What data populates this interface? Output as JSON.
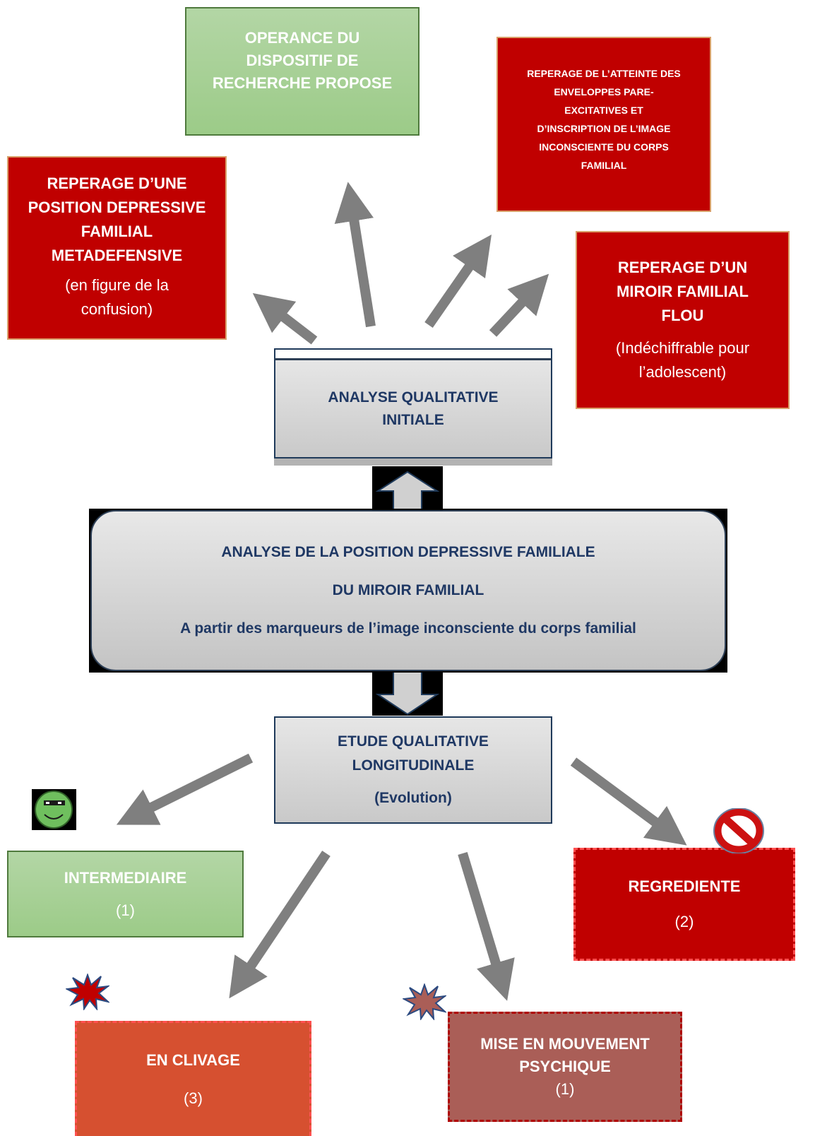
{
  "top_center": {
    "lines": [
      "OPERANCE DU",
      "DISPOSITIF DE",
      "RECHERCHE PROPOSE"
    ]
  },
  "top_right": {
    "lines": [
      "REPERAGE DE L’ATTEINTE DES",
      "ENVELOPPES PARE-",
      "EXCITATIVES ET",
      "D’INSCRIPTION DE L’IMAGE",
      "INCONSCIENTE DU CORPS",
      "FAMILIAL"
    ]
  },
  "left": {
    "lines": [
      "REPERAGE D’UNE",
      "POSITION DEPRESSIVE",
      "FAMILIAL",
      "METADEFENSIVE"
    ],
    "note_lines": [
      "(en figure de la",
      "confusion)"
    ]
  },
  "right": {
    "lines": [
      "REPERAGE D’UN",
      "MIROIR FAMILIAL",
      "FLOU"
    ],
    "note_lines": [
      "(Indéchiffrable pour",
      "l’adolescent)"
    ]
  },
  "initial": {
    "lines": [
      "ANALYSE QUALITATIVE",
      "INITIALE"
    ]
  },
  "central": {
    "lines": [
      "ANALYSE DE LA POSITION DEPRESSIVE FAMILIALE",
      "DU MIROIR FAMILIAL",
      "A partir des marqueurs de l’image inconsciente du corps familial"
    ]
  },
  "longitudinal": {
    "lines": [
      "ETUDE QUALITATIVE",
      "LONGITUDINALE",
      "(Evolution)"
    ]
  },
  "outcomes": {
    "intermediaire": {
      "label": "INTERMEDIAIRE",
      "note": "(1)"
    },
    "regrediente": {
      "label": "REGREDIENTE",
      "note": "(2)"
    },
    "clivage": {
      "label": "EN CLIVAGE",
      "note": "(3)"
    },
    "mouvement": {
      "label": "MISE EN MOUVEMENT PSYCHIQUE",
      "lines": [
        "MISE EN MOUVEMENT",
        "PSYCHIQUE"
      ],
      "note": "(1)"
    }
  },
  "colors": {
    "green": "#9ccb88",
    "red": "#c00000",
    "orange": "#d65030",
    "brown": "#aa5e57",
    "grey": "#d0d0d0",
    "navy": "#1f3864",
    "arrow": "#7f7f7f"
  },
  "icons": [
    "smiley-icon",
    "prohibited-icon",
    "explosion-icon",
    "explosion-icon"
  ]
}
